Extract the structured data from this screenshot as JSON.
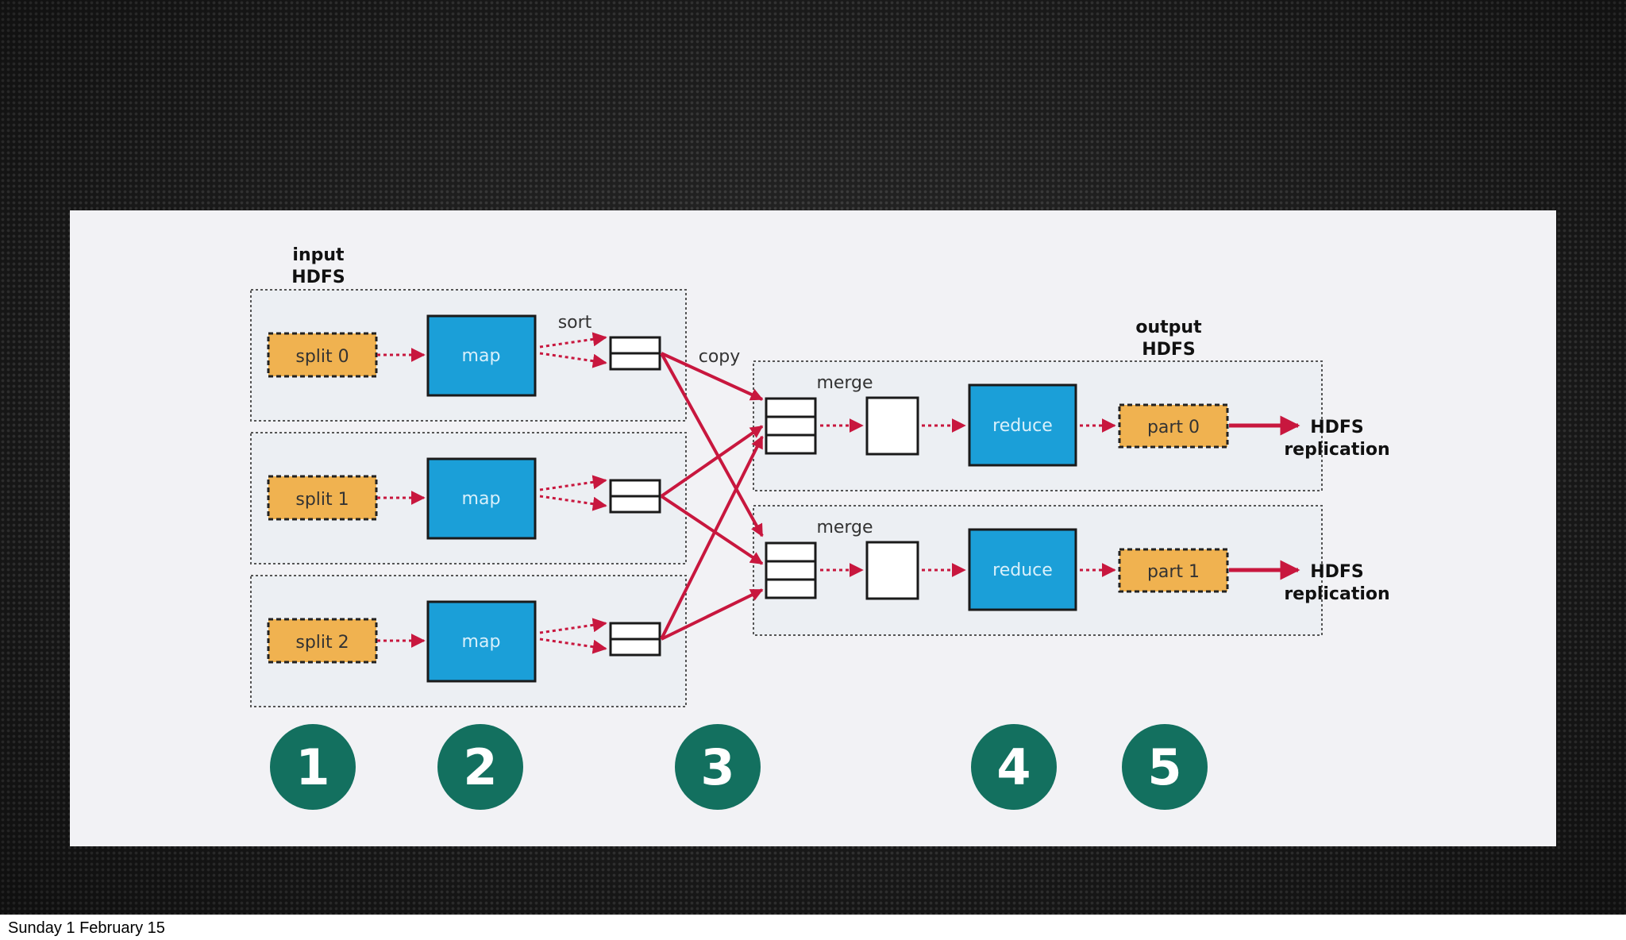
{
  "colors": {
    "split": "#f0b250",
    "map": "#1b9fd8",
    "arrow": "#c8173e",
    "step_circle": "#13705f"
  },
  "diagram": {
    "input_label_line1": "input",
    "input_label_line2": "HDFS",
    "output_label_line1": "output",
    "output_label_line2": "HDFS",
    "sort_label": "sort",
    "copy_label": "copy",
    "splits": [
      "split 0",
      "split 1",
      "split 2"
    ],
    "map_label": "map",
    "merge_label": "merge",
    "reduce_label": "reduce",
    "parts": [
      "part 0",
      "part 1"
    ],
    "replication_line1": "HDFS",
    "replication_line2": "replication",
    "steps": [
      "1",
      "2",
      "3",
      "4",
      "5"
    ]
  },
  "footer": {
    "date": "Sunday 1 February 15"
  }
}
